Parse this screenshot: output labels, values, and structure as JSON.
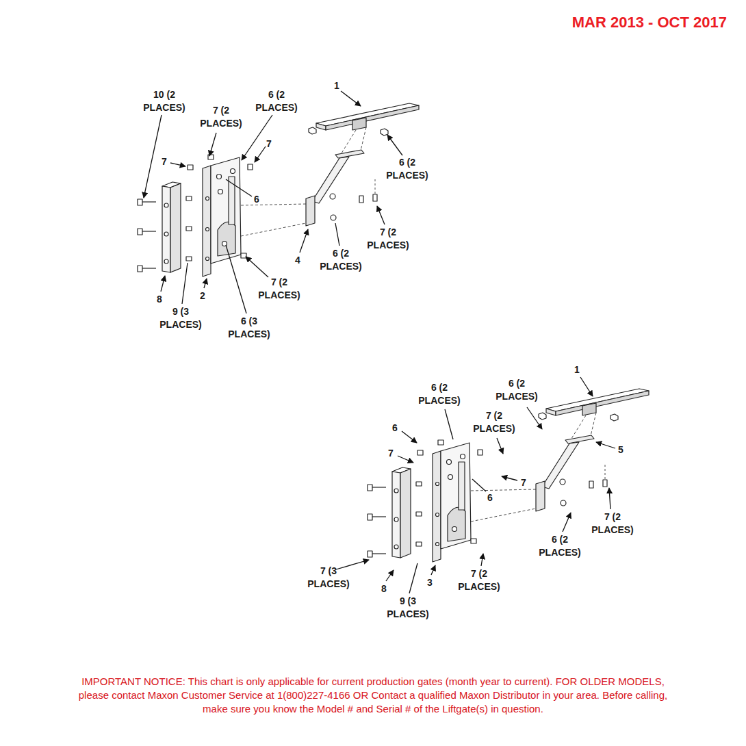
{
  "diagram": {
    "title": "MAR 2013 - OCT 2017",
    "caption": "IMPORTANT NOTICE: This chart is only applicable for current production gates (month year to current). FOR OLDER MODELS, please contact Maxon Customer Service at 1(800)227-4166 OR Contact a qualified Maxon Distributor in your area. Before calling, make sure you know the Model # and Serial # of the Liftgate(s) in question.",
    "labels": [
      "10 (2 PLACES)",
      "7 (2 PLACES)",
      "6 (2 PLACES)",
      "1",
      "7",
      "7",
      "6",
      "6 (2 PLACES)",
      "7 (2 PLACES)",
      "4",
      "6 (2 PLACES)",
      "7 (2 PLACES)",
      "8",
      "2",
      "9 (3 PLACES)",
      "6 (3 PLACES)",
      "1",
      "6 (2 PLACES)",
      "6 (2 PLACES)",
      "6",
      "7 (2 PLACES)",
      "7",
      "5",
      "7",
      "6",
      "7 (2 PLACES)",
      "6 (2 PLACES)",
      "7 (3 PLACES)",
      "8",
      "3",
      "7 (2 PLACES)",
      "9 (3 PLACES)"
    ]
  }
}
